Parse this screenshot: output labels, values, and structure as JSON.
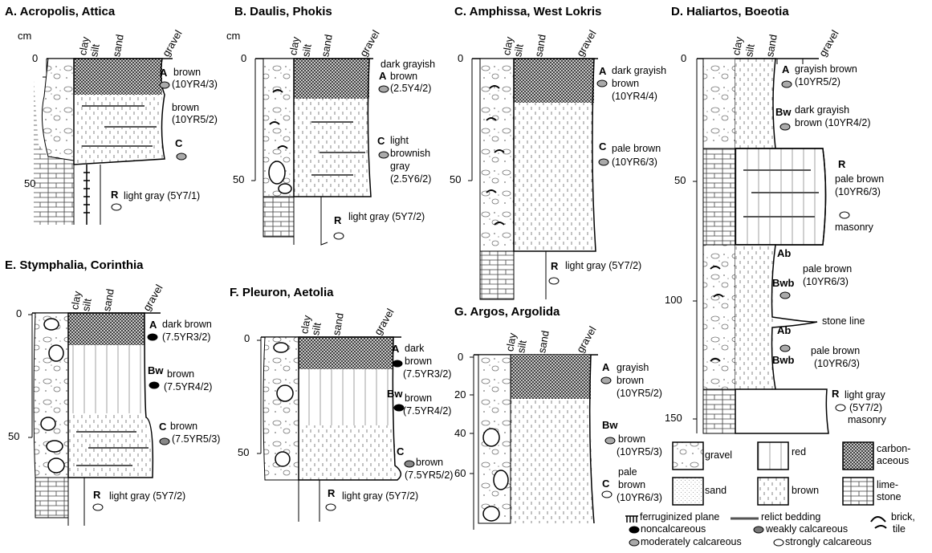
{
  "depth_unit": "cm",
  "col_headers": {
    "clay": "clay",
    "silt": "silt",
    "sand": "sand",
    "gravel": "gravel"
  },
  "panels": {
    "A": {
      "title": "A. Acropolis, Attica",
      "ticks": [
        "0",
        "50"
      ],
      "horizons": [
        {
          "name": "A",
          "color": "brown",
          "munsell": "(10YR4/3)"
        },
        {
          "name": "",
          "color": "brown",
          "munsell": "(10YR5/2)"
        },
        {
          "name": "C",
          "color": "",
          "munsell": ""
        },
        {
          "name": "R",
          "color": "light gray (5Y7/1)",
          "munsell": ""
        }
      ]
    },
    "B": {
      "title": "B. Daulis, Phokis",
      "ticks": [
        "0",
        "50"
      ],
      "horizons": [
        {
          "name": "A",
          "color": "dark grayish",
          "color2": "brown",
          "munsell": "(2.5Y4/2)"
        },
        {
          "name": "C",
          "color": "light",
          "color2": "brownish",
          "color3": "gray",
          "munsell": "(2.5Y6/2)"
        },
        {
          "name": "R",
          "color": "light gray (5Y7/2)"
        }
      ]
    },
    "C": {
      "title": "C. Amphissa, West Lokris",
      "ticks": [
        "0",
        "50"
      ],
      "horizons": [
        {
          "name": "A",
          "color": "dark grayish",
          "color2": "brown",
          "munsell": "(10YR4/4)"
        },
        {
          "name": "C",
          "color": "pale brown",
          "munsell": "(10YR6/3)"
        },
        {
          "name": "R",
          "color": "light gray (5Y7/2)"
        }
      ]
    },
    "D": {
      "title": "D. Haliartos, Boeotia",
      "ticks": [
        "0",
        "50",
        "100",
        "150"
      ],
      "horizons": [
        {
          "name": "A",
          "color": "grayish brown",
          "munsell": "(10YR5/2)"
        },
        {
          "name": "Bw",
          "color": "dark grayish",
          "color2": "brown (10YR4/2)"
        },
        {
          "name": "R",
          "color": "pale brown",
          "munsell": "(10YR6/3)",
          "note": "masonry"
        },
        {
          "name": "Ab",
          "color": ""
        },
        {
          "name": "Bwb",
          "color": "pale brown",
          "munsell": "(10YR6/3)"
        },
        {
          "name": "",
          "color": "stone line"
        },
        {
          "name": "Ab",
          "color": ""
        },
        {
          "name": "Bwb",
          "color": "pale brown",
          "munsell": "(10YR6/3)"
        },
        {
          "name": "R",
          "color": "light gray",
          "munsell": "(5Y7/2)",
          "note": "masonry"
        }
      ]
    },
    "E": {
      "title": "E. Stymphalia, Corinthia",
      "ticks": [
        "0",
        "50"
      ],
      "horizons": [
        {
          "name": "A",
          "color": "dark brown",
          "munsell": "(7.5YR3/2)"
        },
        {
          "name": "Bw",
          "color": "brown",
          "munsell": "(7.5YR4/2)"
        },
        {
          "name": "C",
          "color": "brown",
          "munsell": "(7.5YR5/3)"
        },
        {
          "name": "R",
          "color": "light gray (5Y7/2)"
        }
      ]
    },
    "F": {
      "title": "F. Pleuron, Aetolia",
      "ticks": [
        "0",
        "50"
      ],
      "horizons": [
        {
          "name": "A",
          "color": "dark",
          "color2": "brown",
          "munsell": "(7.5YR3/2)"
        },
        {
          "name": "Bw",
          "color": "brown",
          "munsell": "(7.5YR4/2)"
        },
        {
          "name": "C",
          "color": "brown",
          "munsell": "(7.5YR5/2)"
        },
        {
          "name": "R",
          "color": "light gray (5Y7/2)"
        }
      ]
    },
    "G": {
      "title": "G. Argos, Argolida",
      "ticks": [
        "0",
        "20",
        "40",
        "60"
      ],
      "horizons": [
        {
          "name": "A",
          "color": "grayish",
          "color2": "brown",
          "munsell": "(10YR5/2)"
        },
        {
          "name": "Bw",
          "color": "brown",
          "munsell": "(10YR5/3)"
        },
        {
          "name": "C",
          "color": "pale",
          "color2": "brown",
          "munsell": "(10YR6/3)"
        }
      ]
    }
  },
  "legend": {
    "gravel": "gravel",
    "red": "red",
    "carbonaceous": "carbon-\naceous",
    "carbon1": "carbon-",
    "carbon2": "aceous",
    "sand": "sand",
    "brown": "brown",
    "lime1": "lime-",
    "lime2": "stone",
    "ferruginized": "ferruginized plane",
    "relict": "relict bedding",
    "brick1": "brick,",
    "brick2": "tile",
    "noncalc": "noncalcareous",
    "weakly": "weakly calcareous",
    "moderately": "moderately calcareous",
    "strongly": "strongly calcareous"
  }
}
